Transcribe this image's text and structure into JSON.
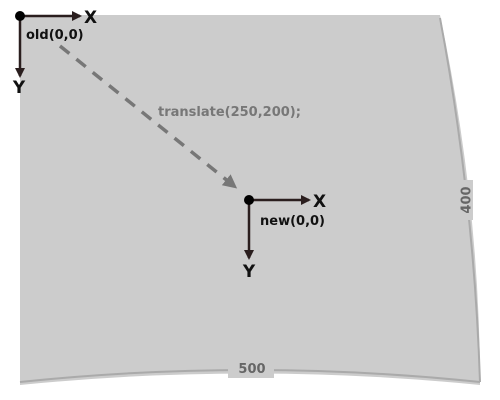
{
  "old_origin": {
    "label": "old(0,0)",
    "x_axis_label": "X",
    "y_axis_label": "Y"
  },
  "new_origin": {
    "label": "new(0,0)",
    "x_axis_label": "X",
    "y_axis_label": "Y"
  },
  "transform": {
    "label": "translate(250,200);"
  },
  "dimensions": {
    "width_label": "500",
    "height_label": "400"
  },
  "colors": {
    "canvas": "#cccccc",
    "canvas_edge": "#aaaaaa",
    "axis": "#2a1e1e",
    "origin_dot": "#000000",
    "translate_arrow": "#777777",
    "dimension_text": "#666666",
    "label_text": "#111111"
  }
}
